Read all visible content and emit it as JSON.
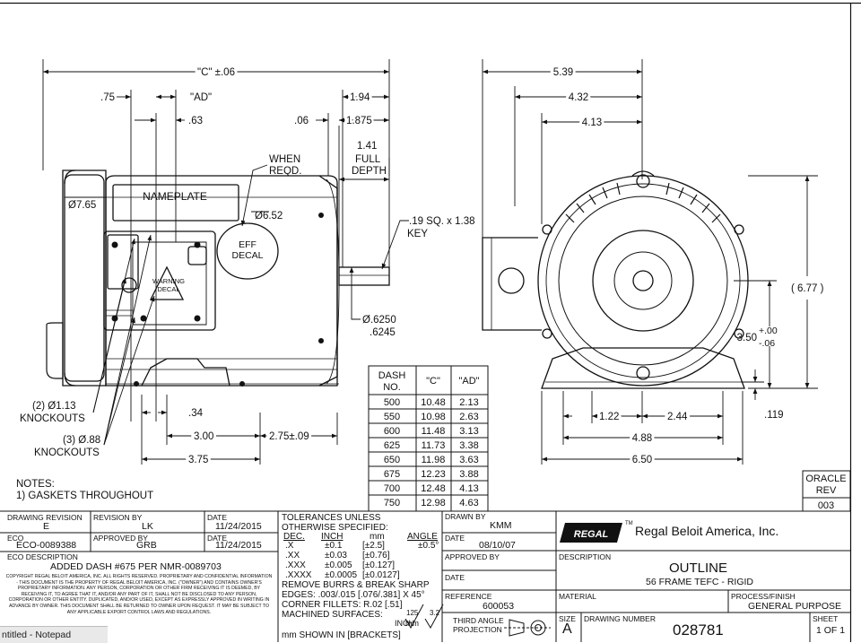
{
  "front_view": {
    "dims": {
      "c": "\"C\" ±.06",
      "ad": "\"AD\"",
      "d075": ".75",
      "d063": ".63",
      "d194": "1.94",
      "d006": ".06",
      "d1875": "1.875",
      "d141": "1.41",
      "full": "FULL",
      "depth": "DEPTH",
      "when": "WHEN",
      "reqd": "REQD.",
      "d765": "Ø7.65",
      "d652": "Ø6.52",
      "key1": ".19 SQ. x 1.38",
      "key2": "KEY",
      "shaft1": "Ø.6250",
      "shaft2": ".6245",
      "d034": ".34",
      "d300": "3.00",
      "d275": "2.75±.09",
      "d375": "3.75",
      "ko1a": "(2) Ø1.13",
      "ko1b": "KNOCKOUTS",
      "ko2a": "(3) Ø.88",
      "ko2b": "KNOCKOUTS"
    },
    "nameplate": "NAMEPLATE",
    "eff_decal": [
      "EFF",
      "DECAL"
    ],
    "warning_decal": [
      "WARNING",
      "DECAL"
    ]
  },
  "end_view": {
    "dims": {
      "d539": "5.39",
      "d432": "4.32",
      "d413": "4.13",
      "d677": "( 6.77 )",
      "d350": "3.50",
      "tol_plus": "+.00",
      "tol_minus": "-.06",
      "d122": "1.22",
      "d244": "2.44",
      "d0119": ".119",
      "d488": "4.88",
      "d650": "6.50"
    }
  },
  "dash_table": {
    "headers": [
      "DASH NO.",
      "\"C\"",
      "\"AD\""
    ],
    "rows": [
      [
        "500",
        "10.48",
        "2.13"
      ],
      [
        "550",
        "10.98",
        "2.63"
      ],
      [
        "600",
        "11.48",
        "3.13"
      ],
      [
        "625",
        "11.73",
        "3.38"
      ],
      [
        "650",
        "11.98",
        "3.63"
      ],
      [
        "675",
        "12.23",
        "3.88"
      ],
      [
        "700",
        "12.48",
        "4.13"
      ],
      [
        "750",
        "12.98",
        "4.63"
      ]
    ]
  },
  "notes": {
    "title": "NOTES:",
    "items": [
      "1) GASKETS THROUGHOUT"
    ]
  },
  "oracle": {
    "label1": "ORACLE",
    "label2": "REV",
    "value": "003"
  },
  "title_block": {
    "drawing_revision_label": "DRAWING REVISION",
    "drawing_revision": "E",
    "revision_by_label": "REVISION BY",
    "revision_by": "LK",
    "date1_label": "DATE",
    "date1": "11/24/2015",
    "eco_label": "ECO",
    "eco": "ECO-0089388",
    "approved_by_label": "APPROVED BY",
    "approved_by": "GRB",
    "date2_label": "DATE",
    "date2": "11/24/2015",
    "eco_desc_label": "ECO DESCRIPTION",
    "eco_desc": "ADDED DASH #675 PER NMR-0089703",
    "copyright": "COPYRIGHT REGAL BELOIT AMERICA, INC. ALL RIGHTS RESERVED. PROPRIETARY AND CONFIDENTIAL INFORMATION - THIS DOCUMENT IS THE PROPERTY OF REGAL BELOIT AMERICA, INC. (\"OWNER\") AND CONTAINS OWNER'S PROPRIETARY INFORMATION. ANY PERSON, CORPORATION OR OTHER FIRM RECEIVING IT IS DEEMED, BY RECEIVING IT, TO AGREE THAT IT, AND/OR ANY PART OF IT, SHALL NOT BE DISCLOSED TO ANY PERSON, CORPORATION OR OTHER ENTITY. DUPLICATED, AND/OR USED, EXCEPT AS EXPRESSLY APPROVED IN WRITING IN ADVANCE BY OWNER. THIS DOCUMENT SHALL BE RETURNED TO OWNER UPON REQUEST. IT MAY BE SUBJECT TO ANY APPLICABLE EXPORT CONTROL LAWS AND REGULATIONS.",
    "tol_title1": "TOLERANCES UNLESS",
    "tol_title2": "OTHERWISE SPECIFIED:",
    "tol_headers": [
      "DEC.",
      "INCH",
      "mm",
      "ANGLE"
    ],
    "tol_rows": [
      [
        ".X",
        "±0.1",
        "[±2.5]",
        "±0.5°"
      ],
      [
        ".XX",
        "±0.03",
        "[±0.76]",
        ""
      ],
      [
        ".XXX",
        "±0.005",
        "[±0.127]",
        ""
      ],
      [
        ".XXXX",
        "±0.0005",
        "[±0.0127]",
        ""
      ]
    ],
    "burrs": "REMOVE BURRS & BREAK SHARP",
    "edges": "EDGES: .003/.015 [.076/.381] X 45°",
    "fillets": "CORNER FILLETS: R.02 [.51]",
    "machined": "MACHINED SURFACES:",
    "finish_inch": "125",
    "inch_label": "INCH",
    "finish_mm": "3.2",
    "mm_label": "mm",
    "mm_shown": "mm SHOWN IN  [BRACKETS]",
    "drawn_by_label": "DRAWN BY",
    "drawn_by": "KMM",
    "date3_label": "DATE",
    "date3": "08/10/07",
    "approved_by2_label": "APPROVED BY",
    "date4_label": "DATE",
    "reference_label": "REFERENCE",
    "reference": "600053",
    "third_angle1": "THIRD ANGLE",
    "third_angle2": "PROJECTION",
    "logo": "REGAL",
    "tm": "TM",
    "company": "Regal Beloit America, Inc.",
    "description_label": "DESCRIPTION",
    "description": "OUTLINE",
    "description2": "56 FRAME TEFC - RIGID",
    "material_label": "MATERIAL",
    "process_label": "PROCESS/FINISH",
    "process": "GENERAL PURPOSE",
    "size_label": "SIZE",
    "size": "A",
    "drawing_number_label": "DRAWING NUMBER",
    "drawing_number": "028781",
    "sheet_label": "SHEET",
    "sheet": "1 OF 1"
  },
  "taskbar": {
    "label": "ntitled - Notepad"
  }
}
